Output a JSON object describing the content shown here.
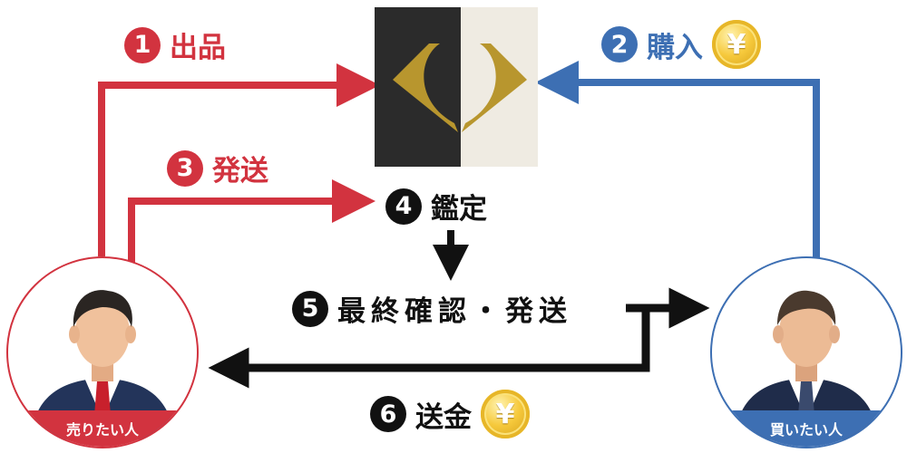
{
  "steps": {
    "listing": {
      "num": "1",
      "label": "出品"
    },
    "purchase": {
      "num": "2",
      "label": "購入"
    },
    "shipping": {
      "num": "3",
      "label": "発送"
    },
    "appraisal": {
      "num": "4",
      "label": "鑑定"
    },
    "final_check": {
      "num": "5",
      "label": "最終確認・発送"
    },
    "remittance": {
      "num": "6",
      "label": "送金"
    }
  },
  "actors": {
    "seller": {
      "label": "売りたい人"
    },
    "buyer": {
      "label": "買いたい人"
    }
  },
  "coin_symbol": "¥",
  "colors": {
    "seller_red": "#d2333f",
    "buyer_blue": "#3d6fb3",
    "flow_black": "#111111",
    "logo_dark": "#2b2b2b",
    "logo_light": "#efebe2",
    "logo_gold": "#b8962e",
    "coin_gold": "#f6c93c"
  },
  "icons": {
    "logo": "diamond-logo-icon",
    "coin": "yen-coin-icon",
    "seller_avatar": "businessman-red-tie-icon",
    "buyer_avatar": "businessman-navy-tie-icon"
  }
}
